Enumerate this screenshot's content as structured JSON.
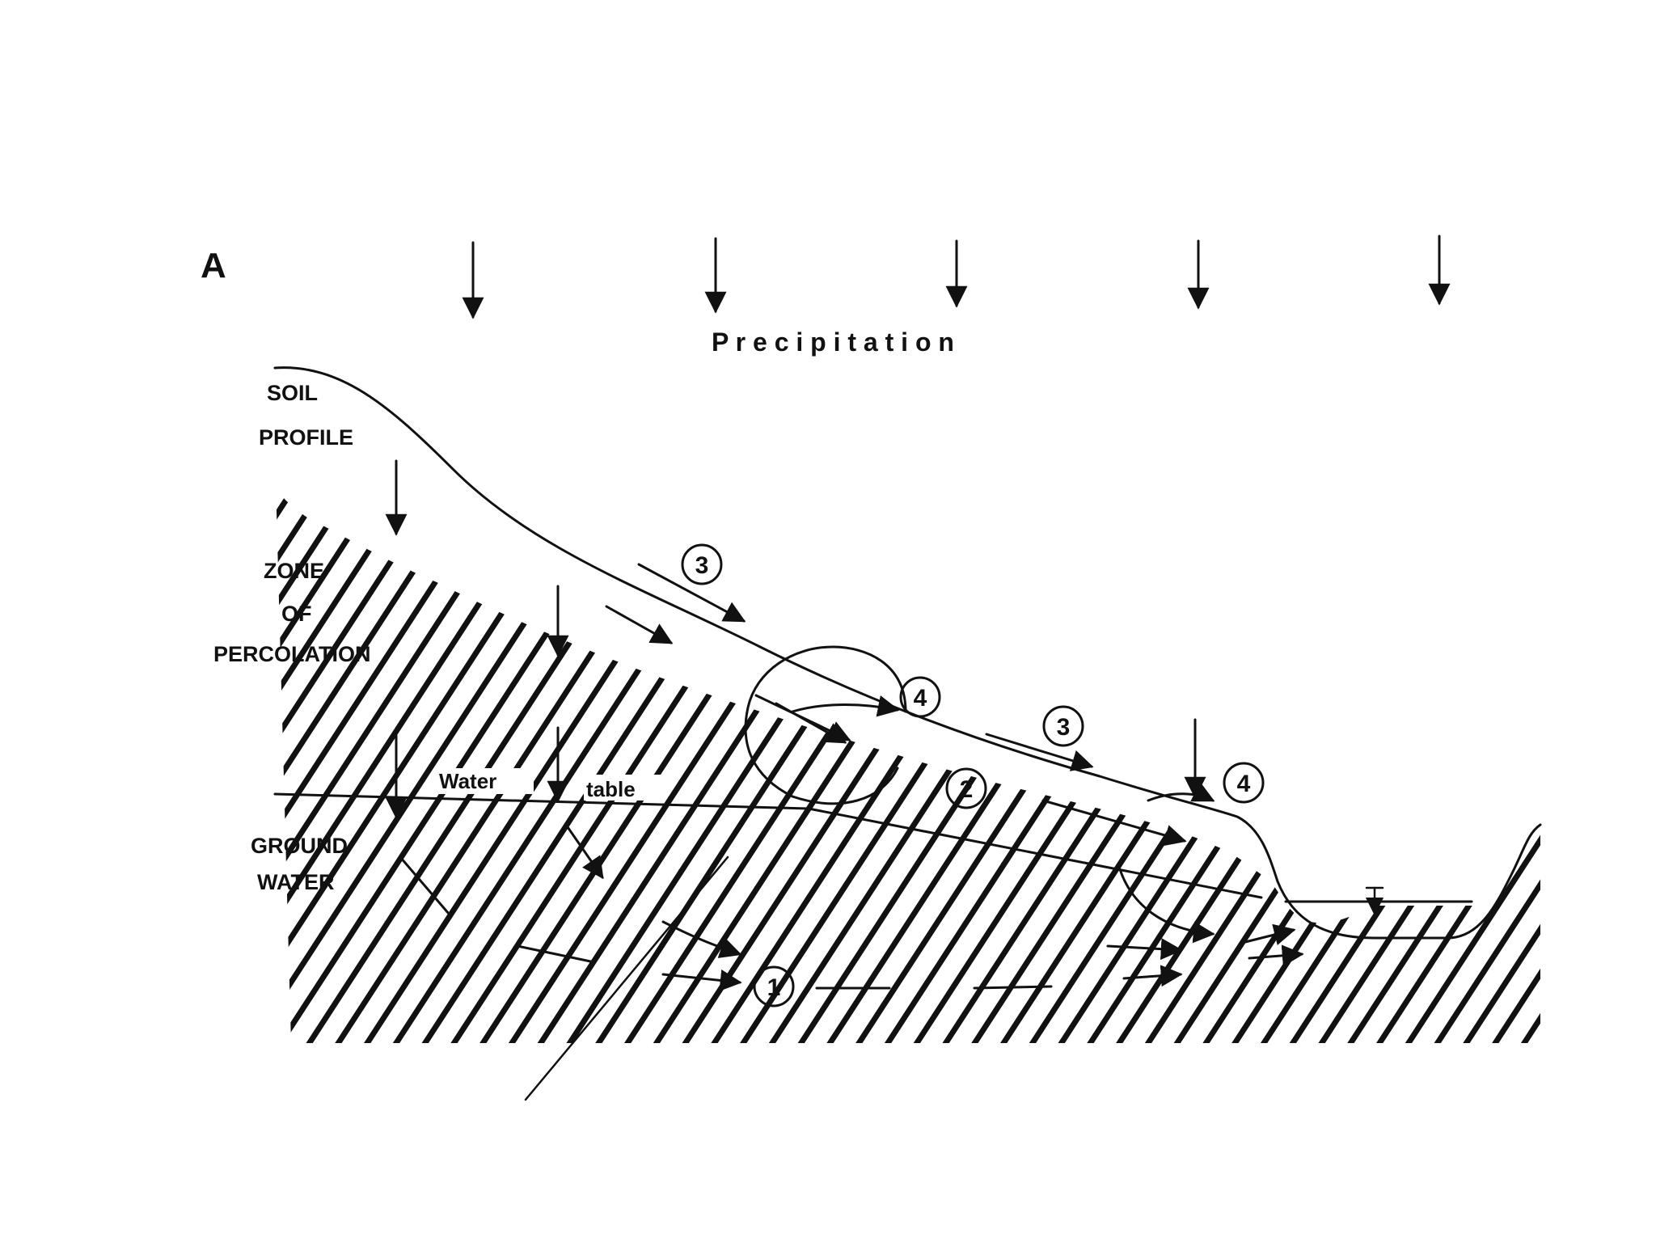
{
  "figure": {
    "panel_letter": "A",
    "precipitation_label": "P r e c i p i t a t i o n",
    "soil_profile_label": [
      "SOIL",
      "PROFILE"
    ],
    "zone_label": [
      "ZONE",
      "OF",
      "PERCOLATION"
    ],
    "water_label": "Water",
    "table_label": "table",
    "ground_water_label": [
      "GROUND",
      "WATER"
    ],
    "markers": [
      "1",
      "2",
      "3",
      "3",
      "4",
      "4"
    ]
  },
  "colors": {
    "ink": "#111111",
    "background": "#ffffff"
  }
}
